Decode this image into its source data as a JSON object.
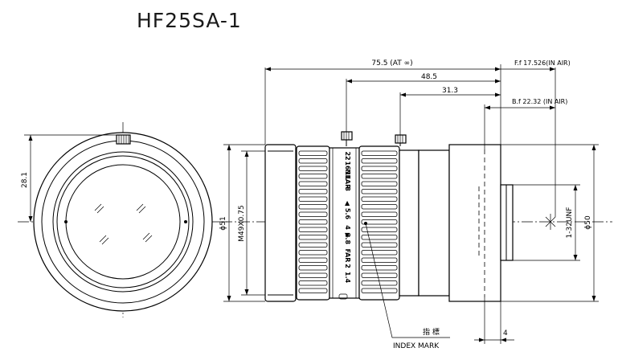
{
  "title": "HF25SA-1",
  "dimensions": {
    "total_length": "75.5 (AT ∞)",
    "length_48": "48.5",
    "length_31": "31.3",
    "flange_focal": "F.f 17.526(IN AIR)",
    "back_focal": "B.f 22.32 (IN AIR)",
    "front_height": "28.1",
    "diameter_51": "ϕ51",
    "filter_thread": "M49X0.75",
    "mount_thread": "1-32UNF",
    "diameter_50": "ϕ50",
    "flange_4": "4"
  },
  "labels": {
    "index_mark_jp": "指 標",
    "index_mark": "INDEX MARK",
    "near": "NEAR",
    "far": "FAR",
    "aperture_scale": [
      "22",
      "16",
      "11",
      "8",
      "5.6",
      "4",
      "2.8",
      "2",
      "1.4"
    ]
  }
}
